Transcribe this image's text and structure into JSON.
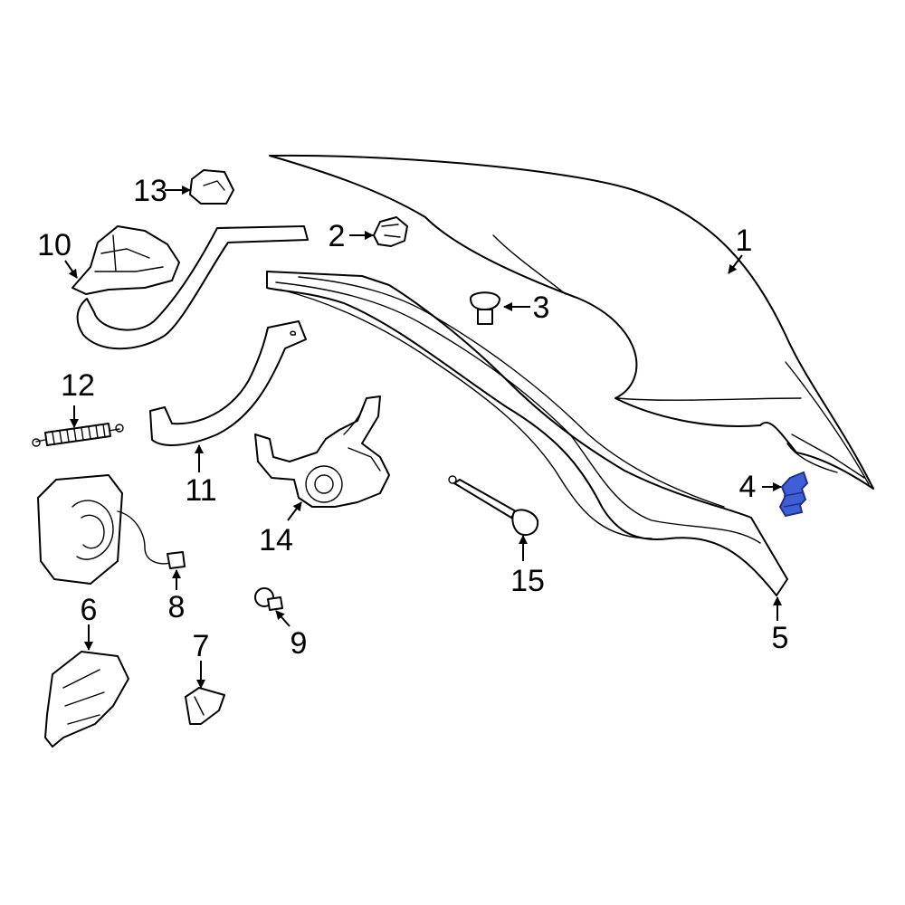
{
  "callouts": {
    "p1": "1",
    "p2": "2",
    "p3": "3",
    "p4": "4",
    "p5": "5",
    "p6": "6",
    "p7": "7",
    "p8": "8",
    "p9": "9",
    "p10": "10",
    "p11": "11",
    "p12": "12",
    "p13": "13",
    "p14": "14",
    "p15": "15"
  },
  "colors": {
    "line": "#000000",
    "background": "#ffffff",
    "highlight_fill": "#3f5fd6",
    "highlight_stroke": "#1f2f8a"
  },
  "highlighted_part": "4"
}
